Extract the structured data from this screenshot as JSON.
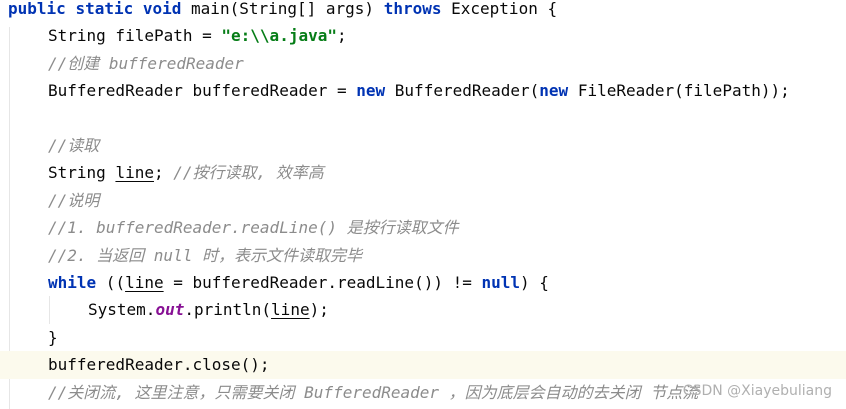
{
  "code": {
    "l1": {
      "kw1": "public",
      "kw2": "static",
      "kw3": "void",
      "t1": " main(String[] args) ",
      "kw4": "throws",
      "t2": " Exception {"
    },
    "l2": {
      "t1": "String filePath = ",
      "str": "\"e:\\\\a.java\"",
      "t2": ";"
    },
    "l3": {
      "comment": "//创建 bufferedReader"
    },
    "l4": {
      "t1": "BufferedReader bufferedReader = ",
      "kw1": "new",
      "t2": " BufferedReader(",
      "kw2": "new",
      "t3": " FileReader(filePath));"
    },
    "l6": {
      "comment": "//读取"
    },
    "l7": {
      "t1": "String ",
      "var": "line",
      "t2": "; ",
      "comment": "//按行读取, 效率高"
    },
    "l8": {
      "comment": "//说明"
    },
    "l9": {
      "comment": "//1. bufferedReader.readLine() 是按行读取文件"
    },
    "l10": {
      "comment": "//2. 当返回 null 时，表示文件读取完毕"
    },
    "l11": {
      "kw1": "while",
      "t1": " ((",
      "var": "line",
      "t2": " = bufferedReader.readLine()) != ",
      "kw2": "null",
      "t3": ") {"
    },
    "l12": {
      "t1": "System.",
      "field": "out",
      "t2": ".println(",
      "var": "line",
      "t3": ");"
    },
    "l13": {
      "t1": "}"
    },
    "l14": {
      "t1": "bufferedReader.close();"
    },
    "l15": {
      "comment": "//关闭流, 这里注意，只需要关闭 BufferedReader ，因为底层会自动的去关闭 节点流"
    }
  },
  "watermark": "CSDN @Xiayebuliang",
  "colors": {
    "keyword": "#0033b3",
    "string": "#067d17",
    "comment": "#8c8c8c",
    "field": "#871094",
    "highlight": "#fcfaed"
  }
}
